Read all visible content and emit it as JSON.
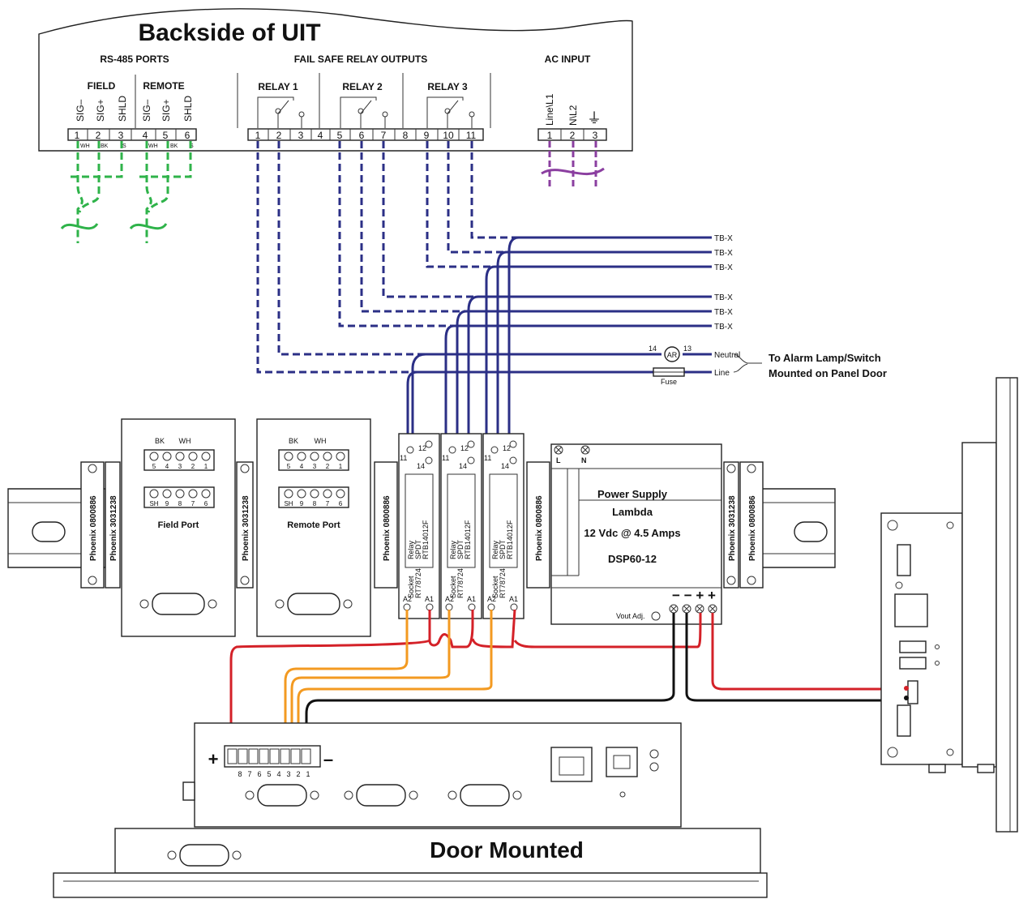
{
  "uit": {
    "title": "Backside of UIT",
    "rs485": {
      "heading": "RS-485 PORTS",
      "field": "FIELD",
      "remote": "REMOTE",
      "pin_labels": [
        "SIG–",
        "SIG+",
        "SHLD",
        "SIG–",
        "SIG+",
        "SHLD"
      ],
      "pin_numbers": [
        "1",
        "2",
        "3",
        "4",
        "5",
        "6"
      ],
      "wire_tags": [
        "WH",
        "BK",
        "S",
        "WH",
        "BK",
        "S"
      ]
    },
    "relays": {
      "heading": "FAIL SAFE RELAY OUTPUTS",
      "names": [
        "RELAY 1",
        "RELAY 2",
        "RELAY 3"
      ],
      "pin_numbers": [
        "1",
        "2",
        "3",
        "4",
        "5",
        "6",
        "7",
        "8",
        "9",
        "10",
        "11"
      ]
    },
    "ac": {
      "heading": "AC INPUT",
      "pin_labels": [
        "Line\\L1",
        "N\\L2"
      ],
      "ground_symbol": "⏚",
      "pin_numbers": [
        "1",
        "2",
        "3"
      ]
    }
  },
  "outputs": {
    "tb_labels": [
      "TB-X",
      "TB-X",
      "TB-X",
      "TB-X",
      "TB-X",
      "TB-X"
    ],
    "neutral": "Neutral",
    "line": "Line",
    "alarm_relay": {
      "label": "AR",
      "pin_a": "14",
      "pin_b": "13"
    },
    "fuse": "Fuse",
    "alarm_note_line1": "To Alarm Lamp/Switch",
    "alarm_note_line2": "Mounted on Panel Door"
  },
  "din_rail": {
    "end_stop_labels": [
      "Phoenix 0800886",
      "Phoenix 3031238",
      "Phoenix 3031238",
      "Phoenix 0800886",
      "Phoenix 0800886",
      "Phoenix 3031238",
      "Phoenix 0800886"
    ],
    "field_port": {
      "title": "Field Port",
      "top_labels": [
        "BK",
        "WH"
      ],
      "row1": [
        "5",
        "4",
        "3",
        "2",
        "1"
      ],
      "row2": [
        "SH",
        "9",
        "8",
        "7",
        "6"
      ]
    },
    "remote_port": {
      "title": "Remote Port",
      "top_labels": [
        "BK",
        "WH"
      ],
      "row1": [
        "5",
        "4",
        "3",
        "2",
        "1"
      ],
      "row2": [
        "SH",
        "9",
        "8",
        "7",
        "6"
      ]
    },
    "relay_modules": {
      "pins": [
        "11",
        "12",
        "14"
      ],
      "relay_text": [
        "Relay",
        "SPDT",
        "RTB14012F"
      ],
      "socket_text": [
        "Socket",
        "RT78724"
      ],
      "coil_pins": [
        "A2",
        "A1"
      ]
    },
    "power_supply": {
      "terminals": [
        "L",
        "N"
      ],
      "line1": "Power Supply",
      "line2": "Lambda",
      "line3": "12 Vdc @ 4.5 Amps",
      "line4": "DSP60-12",
      "vout": "Vout Adj.",
      "polarity": "− − + +"
    }
  },
  "door": {
    "title": "Door Mounted",
    "terminal_numbers": [
      "8",
      "7",
      "6",
      "5",
      "4",
      "3",
      "2",
      "1"
    ],
    "plus": "+",
    "minus": "–"
  },
  "colors": {
    "relay_wire": "#2b2f86",
    "rs485_wire": "#2fb34a",
    "ac_wire": "#8b3fa0",
    "positive": "#d42128",
    "signal": "#f39a21",
    "negative": "#111111"
  }
}
